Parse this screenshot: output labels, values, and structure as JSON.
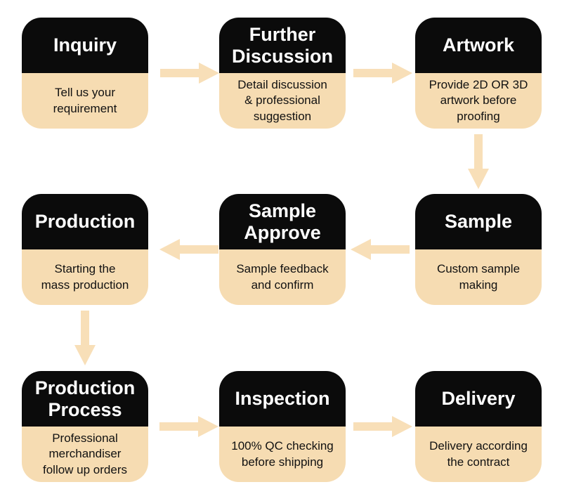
{
  "colors": {
    "background": "#ffffff",
    "card_header": "#0b0b0b",
    "card_body": "#f6dcb2",
    "arrow": "#f8dfb8",
    "title_text": "#ffffff",
    "body_text": "#111111"
  },
  "rows": [
    {
      "flow_direction": "right",
      "cards": [
        {
          "title": "Inquiry",
          "description": "Tell us your\nrequirement"
        },
        {
          "title": "Further\nDiscussion",
          "description": "Detail discussion\n& professional\nsuggestion"
        },
        {
          "title": "Artwork",
          "description": "Provide 2D OR 3D\nartwork before\nproofing"
        }
      ]
    },
    {
      "flow_direction": "left",
      "cards": [
        {
          "title": "Production",
          "description": "Starting the\nmass production"
        },
        {
          "title": "Sample\nApprove",
          "description": "Sample feedback\nand confirm"
        },
        {
          "title": "Sample",
          "description": "Custom sample\nmaking"
        }
      ]
    },
    {
      "flow_direction": "right",
      "cards": [
        {
          "title": "Production\nProcess",
          "description": "Professional\nmerchandiser\nfollow up orders"
        },
        {
          "title": "Inspection",
          "description": "100% QC checking\nbefore shipping"
        },
        {
          "title": "Delivery",
          "description": "Delivery according\nthe contract"
        }
      ]
    }
  ]
}
